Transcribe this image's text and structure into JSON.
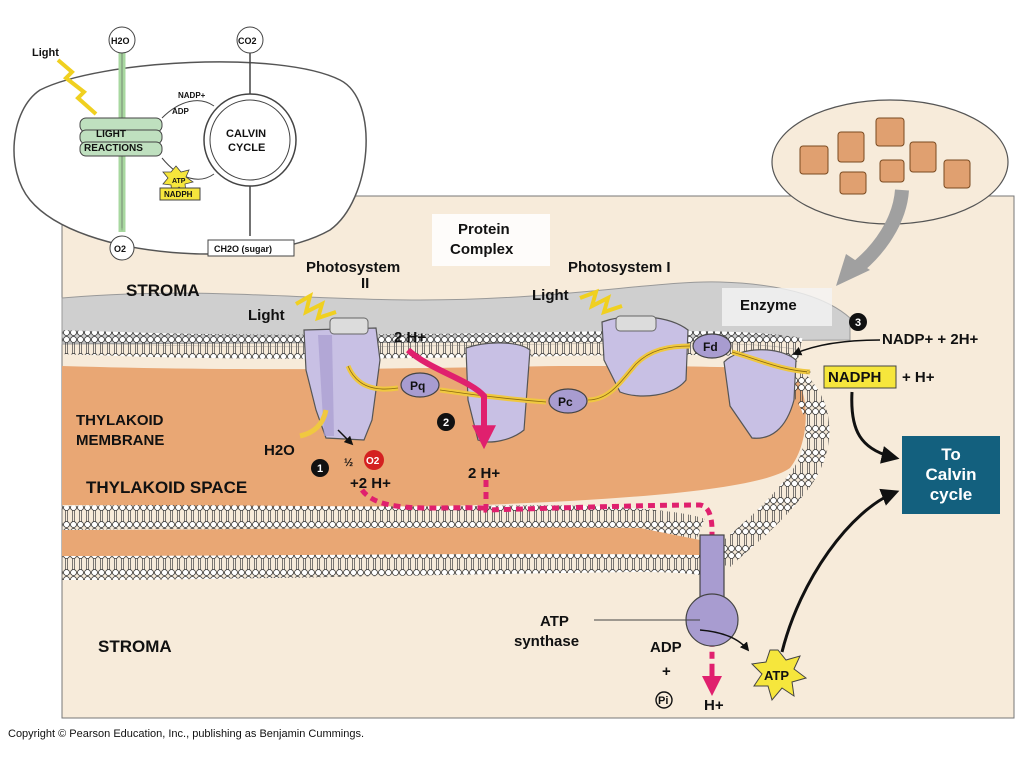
{
  "overview": {
    "light": "Light",
    "h2o": "H2O",
    "co2": "CO2",
    "o2": "O2",
    "nadp_plus": "NADP+",
    "adp": "ADP",
    "light_reactions_1": "LIGHT",
    "light_reactions_2": "REACTIONS",
    "calvin_1": "CALVIN",
    "calvin_2": "CYCLE",
    "atp": "ATP",
    "nadph": "NADPH",
    "sugar": "CH2O (sugar)"
  },
  "main": {
    "stroma_top": "STROMA",
    "stroma_bottom": "STROMA",
    "thylakoid_membrane_1": "THYLAKOID",
    "thylakoid_membrane_2": "MEMBRANE",
    "thylakoid_space": "THYLAKOID SPACE",
    "photosystem_ii_1": "Photosystem",
    "photosystem_ii_2": "II",
    "photosystem_i": "Photosystem I",
    "protein_complex_1": "Protein",
    "protein_complex_2": "Complex",
    "enzyme": "Enzyme",
    "light_1": "Light",
    "light_2": "Light",
    "pq": "Pq",
    "pc": "Pc",
    "fd": "Fd",
    "h2o": "H2O",
    "half": "½",
    "o2": "O2",
    "plus_2h": "+2 H+",
    "two_h_top": "2 H+",
    "two_h_mid": "2 H+",
    "nadp_reaction": "NADP+ + 2H+",
    "nadph": "NADPH",
    "plus_h": "+ H+",
    "to_calvin_1": "To",
    "to_calvin_2": "Calvin",
    "to_calvin_3": "cycle",
    "atp_synthase_1": "ATP",
    "atp_synthase_2": "synthase",
    "adp": "ADP",
    "plus": "+",
    "pi": "Pi",
    "h_out": "H+",
    "atp": "ATP",
    "step1": "1",
    "step2": "2",
    "step3": "3"
  },
  "copyright": "Copyright © Pearson Education, Inc., publishing as Benjamin Cummings.",
  "colors": {
    "stroma_bg": "#f7ebda",
    "lumen": "#e9a774",
    "protein": "#c8c0e4",
    "h_flow": "#e0206e",
    "electron_flow": "#f0c840",
    "calvin_box": "#13607e"
  }
}
